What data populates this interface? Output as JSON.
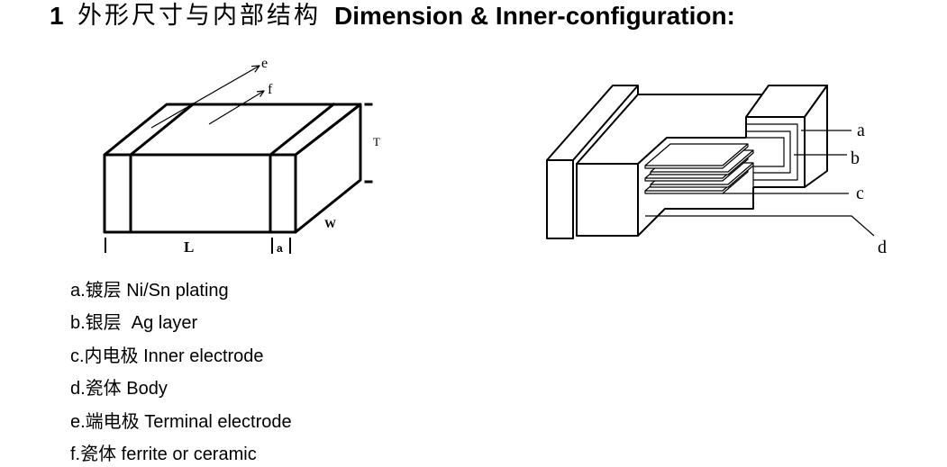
{
  "heading": {
    "number": "1",
    "title_cn": "外形尺寸与内部结构",
    "title_en": "Dimension & Inner-configuration:"
  },
  "dimension_drawing": {
    "arrow_labels": {
      "terminal_electrode": "e",
      "ferrite_or_ceramic": "f"
    },
    "dimension_labels": {
      "thickness": "T",
      "length": "L",
      "electrode_band": "a",
      "width": "W"
    }
  },
  "inner_drawing": {
    "callouts": {
      "plating": "a",
      "silver_layer": "b",
      "inner_electrode": "c",
      "body": "d"
    }
  },
  "legend": [
    "a.镀层 Ni/Sn plating",
    "b.银层  Ag layer",
    "c.内电极 Inner electrode",
    "d.瓷体 Body",
    "e.端电极 Terminal electrode",
    "f.瓷体 ferrite or ceramic"
  ]
}
